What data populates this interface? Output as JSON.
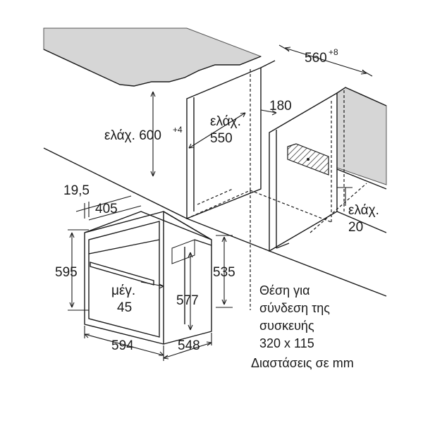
{
  "labels": {
    "dim_560": "560",
    "dim_560_sup": "+8",
    "dim_180": "180",
    "min_600": "ελάχ. 600",
    "min_600_sup": "+4",
    "min_550_a": "ελάχ.",
    "min_550_b": "550",
    "dim_19_5": "19,5",
    "dim_405": "405",
    "min_20_a": "ελάχ.",
    "min_20_b": "20",
    "dim_595": "595",
    "dim_535": "535",
    "max_45_a": "μέγ.",
    "max_45_b": "45",
    "dim_577": "577",
    "dim_594": "594",
    "dim_548": "548"
  },
  "note": {
    "line1": "Θέση για",
    "line2": "σύνδεση της",
    "line3": "συσκευής",
    "line4": "320 x 115",
    "line5": "Διαστάσεις σε mm"
  },
  "colors": {
    "worktop": "#d6d6d6",
    "line": "#1a1a1a",
    "background": "#ffffff"
  }
}
